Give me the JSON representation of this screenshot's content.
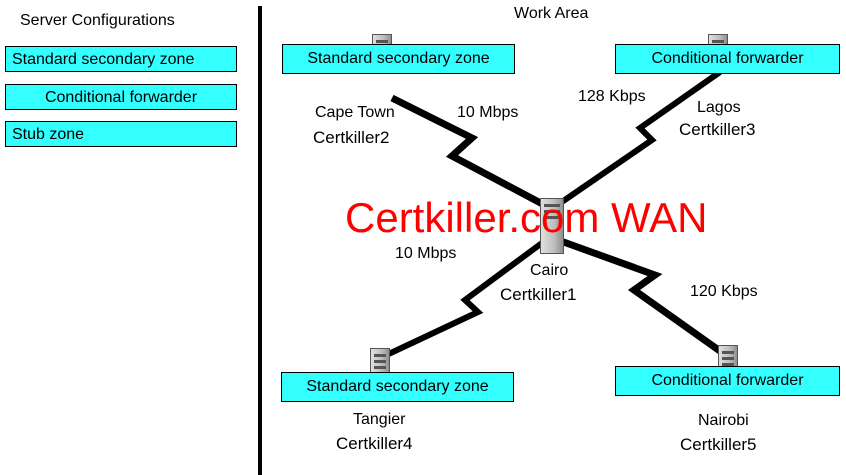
{
  "server_configurations": {
    "title": "Server Configurations",
    "items": [
      {
        "label": "Standard secondary zone"
      },
      {
        "label": "Conditional forwarder"
      },
      {
        "label": "Stub zone"
      }
    ]
  },
  "work_area": {
    "title": "Work Area",
    "wan_label": "Certkiller.com WAN",
    "nodes": {
      "cape_town": {
        "city": "Cape Town",
        "host": "Certkiller2",
        "zone": "Standard secondary zone"
      },
      "lagos": {
        "city": "Lagos",
        "host": "Certkiller3",
        "zone": "Conditional forwarder"
      },
      "cairo": {
        "city": "Cairo",
        "host": "Certkiller1"
      },
      "tangier": {
        "city": "Tangier",
        "host": "Certkiller4",
        "zone": "Standard secondary zone"
      },
      "nairobi": {
        "city": "Nairobi",
        "host": "Certkiller5",
        "zone": "Conditional forwarder"
      }
    },
    "links": {
      "cape_town_cairo": "10 Mbps",
      "lagos_cairo": "128 Kbps",
      "tangier_cairo": "10 Mbps",
      "nairobi_cairo": "120 Kbps"
    }
  },
  "colors": {
    "zone_fill": "#33ffff",
    "wan_text": "#ff0000",
    "link": "#000000"
  }
}
